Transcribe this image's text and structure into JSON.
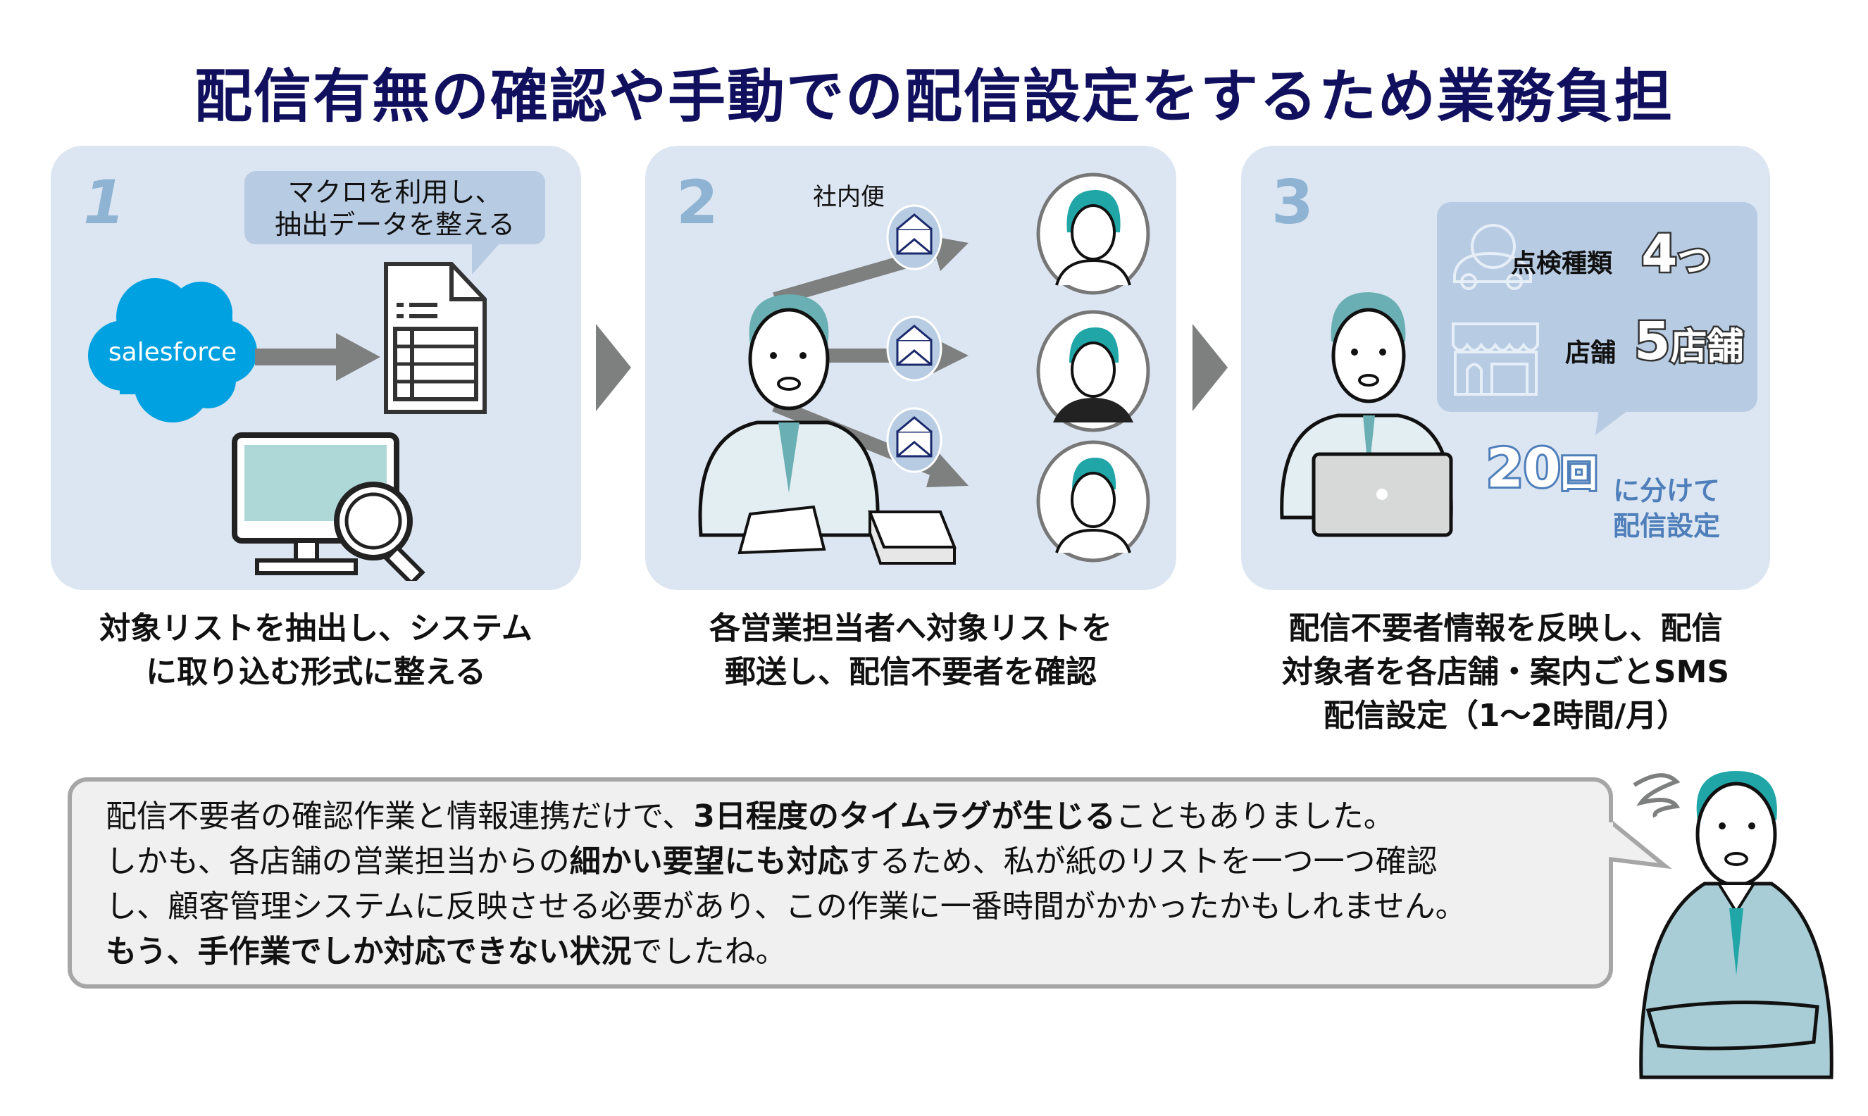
{
  "title": "配信有無の確認や手動での配信設定をするため業務負担",
  "colors": {
    "title": "#10105e",
    "panel_bg": "#dce6f2",
    "bubble_bg": "#b7cbe3",
    "step_number": "#8fb3d3",
    "accent_teal": "#21a6a8",
    "arrow_gray": "#7e7f7f",
    "salesforce_blue": "#00a1e0",
    "count_blue": "#4f7fba"
  },
  "steps": [
    {
      "number": "1",
      "bubble": [
        "マクロを利用し、",
        "抽出データを整える"
      ],
      "logo_text": "salesforce",
      "icons": [
        "salesforce-cloud-icon",
        "arrow-right-icon",
        "spreadsheet-document-icon",
        "monitor-icon",
        "magnifier-icon"
      ],
      "caption": [
        "対象リストを抽出し、システム",
        "に取り込む形式に整える"
      ]
    },
    {
      "number": "2",
      "label": "社内便",
      "icons": [
        "worried-man-icon",
        "envelope-icon",
        "envelope-icon",
        "envelope-icon",
        "woman-avatar-icon",
        "woman-avatar-icon",
        "man-avatar-icon",
        "paper-stack-icon"
      ],
      "caption": [
        "各営業担当者へ対象リストを",
        "郵送し、配信不要者を確認"
      ]
    },
    {
      "number": "3",
      "stats": [
        {
          "label": "点検種類",
          "value": "4",
          "unit": "つ",
          "icon": "car-gear-icon"
        },
        {
          "label": "店舗",
          "value": "5",
          "unit": "店舗",
          "icon": "storefront-icon"
        }
      ],
      "count": {
        "value": "20",
        "unit": "回",
        "note": [
          "に分けて",
          "配信設定"
        ]
      },
      "icons": [
        "worried-man-laptop-icon",
        "laptop-icon"
      ],
      "caption": [
        "配信不要者情報を反映し、配信",
        "対象者を各店舗・案内ごとSMS",
        "配信設定（1〜2時間/月）"
      ]
    }
  ],
  "speech": {
    "lines": [
      [
        {
          "t": "配信不要者の確認作業と情報連携だけで、",
          "b": false
        },
        {
          "t": "3日程度のタイムラグが生じる",
          "b": true
        },
        {
          "t": "こともありました。",
          "b": false
        }
      ],
      [
        {
          "t": "しかも、各店舗の営業担当からの",
          "b": false
        },
        {
          "t": "細かい要望にも対応",
          "b": true
        },
        {
          "t": "するため、私が紙のリストを一つ一つ確認",
          "b": false
        }
      ],
      [
        {
          "t": "し、顧客管理システムに反映させる必要があり、この作業に一番時間がかかったかもしれません。",
          "b": false
        }
      ],
      [
        {
          "t": "もう、手作業でしか対応できない状況",
          "b": true
        },
        {
          "t": "でしたね。",
          "b": false
        }
      ]
    ]
  }
}
